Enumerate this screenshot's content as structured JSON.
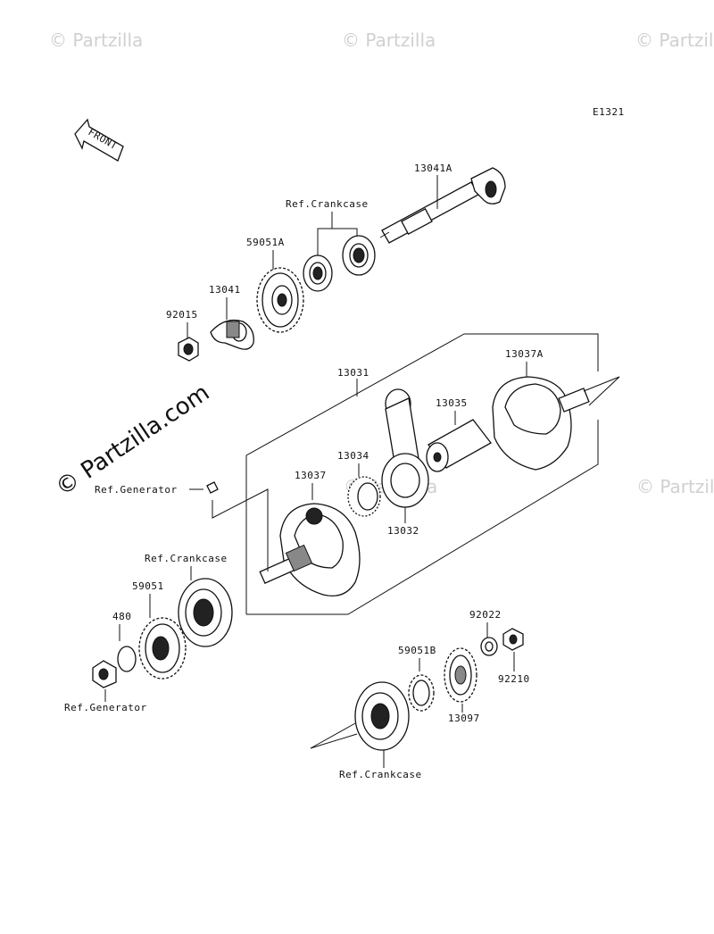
{
  "diagram_code": "E1321",
  "front_label": "FRONT",
  "watermark": "© Partzilla.com",
  "watermark_corner": "© Partzilla",
  "labels": {
    "p13041A": "13041A",
    "ref_crankcase_top": "Ref.Crankcase",
    "p59051A": "59051A",
    "p13041": "13041",
    "p92015": "92015",
    "p13031": "13031",
    "p13037A": "13037A",
    "p13035": "13035",
    "p13034": "13034",
    "p13037": "13037",
    "p13032": "13032",
    "ref_generator_mid": "Ref.Generator",
    "ref_crankcase_mid": "Ref.Crankcase",
    "p59051": "59051",
    "p480": "480",
    "ref_generator_bottom": "Ref.Generator",
    "p92022": "92022",
    "p59051B": "59051B",
    "p92210": "92210",
    "p13097": "13097",
    "ref_crankcase_bottom": "Ref.Crankcase"
  }
}
